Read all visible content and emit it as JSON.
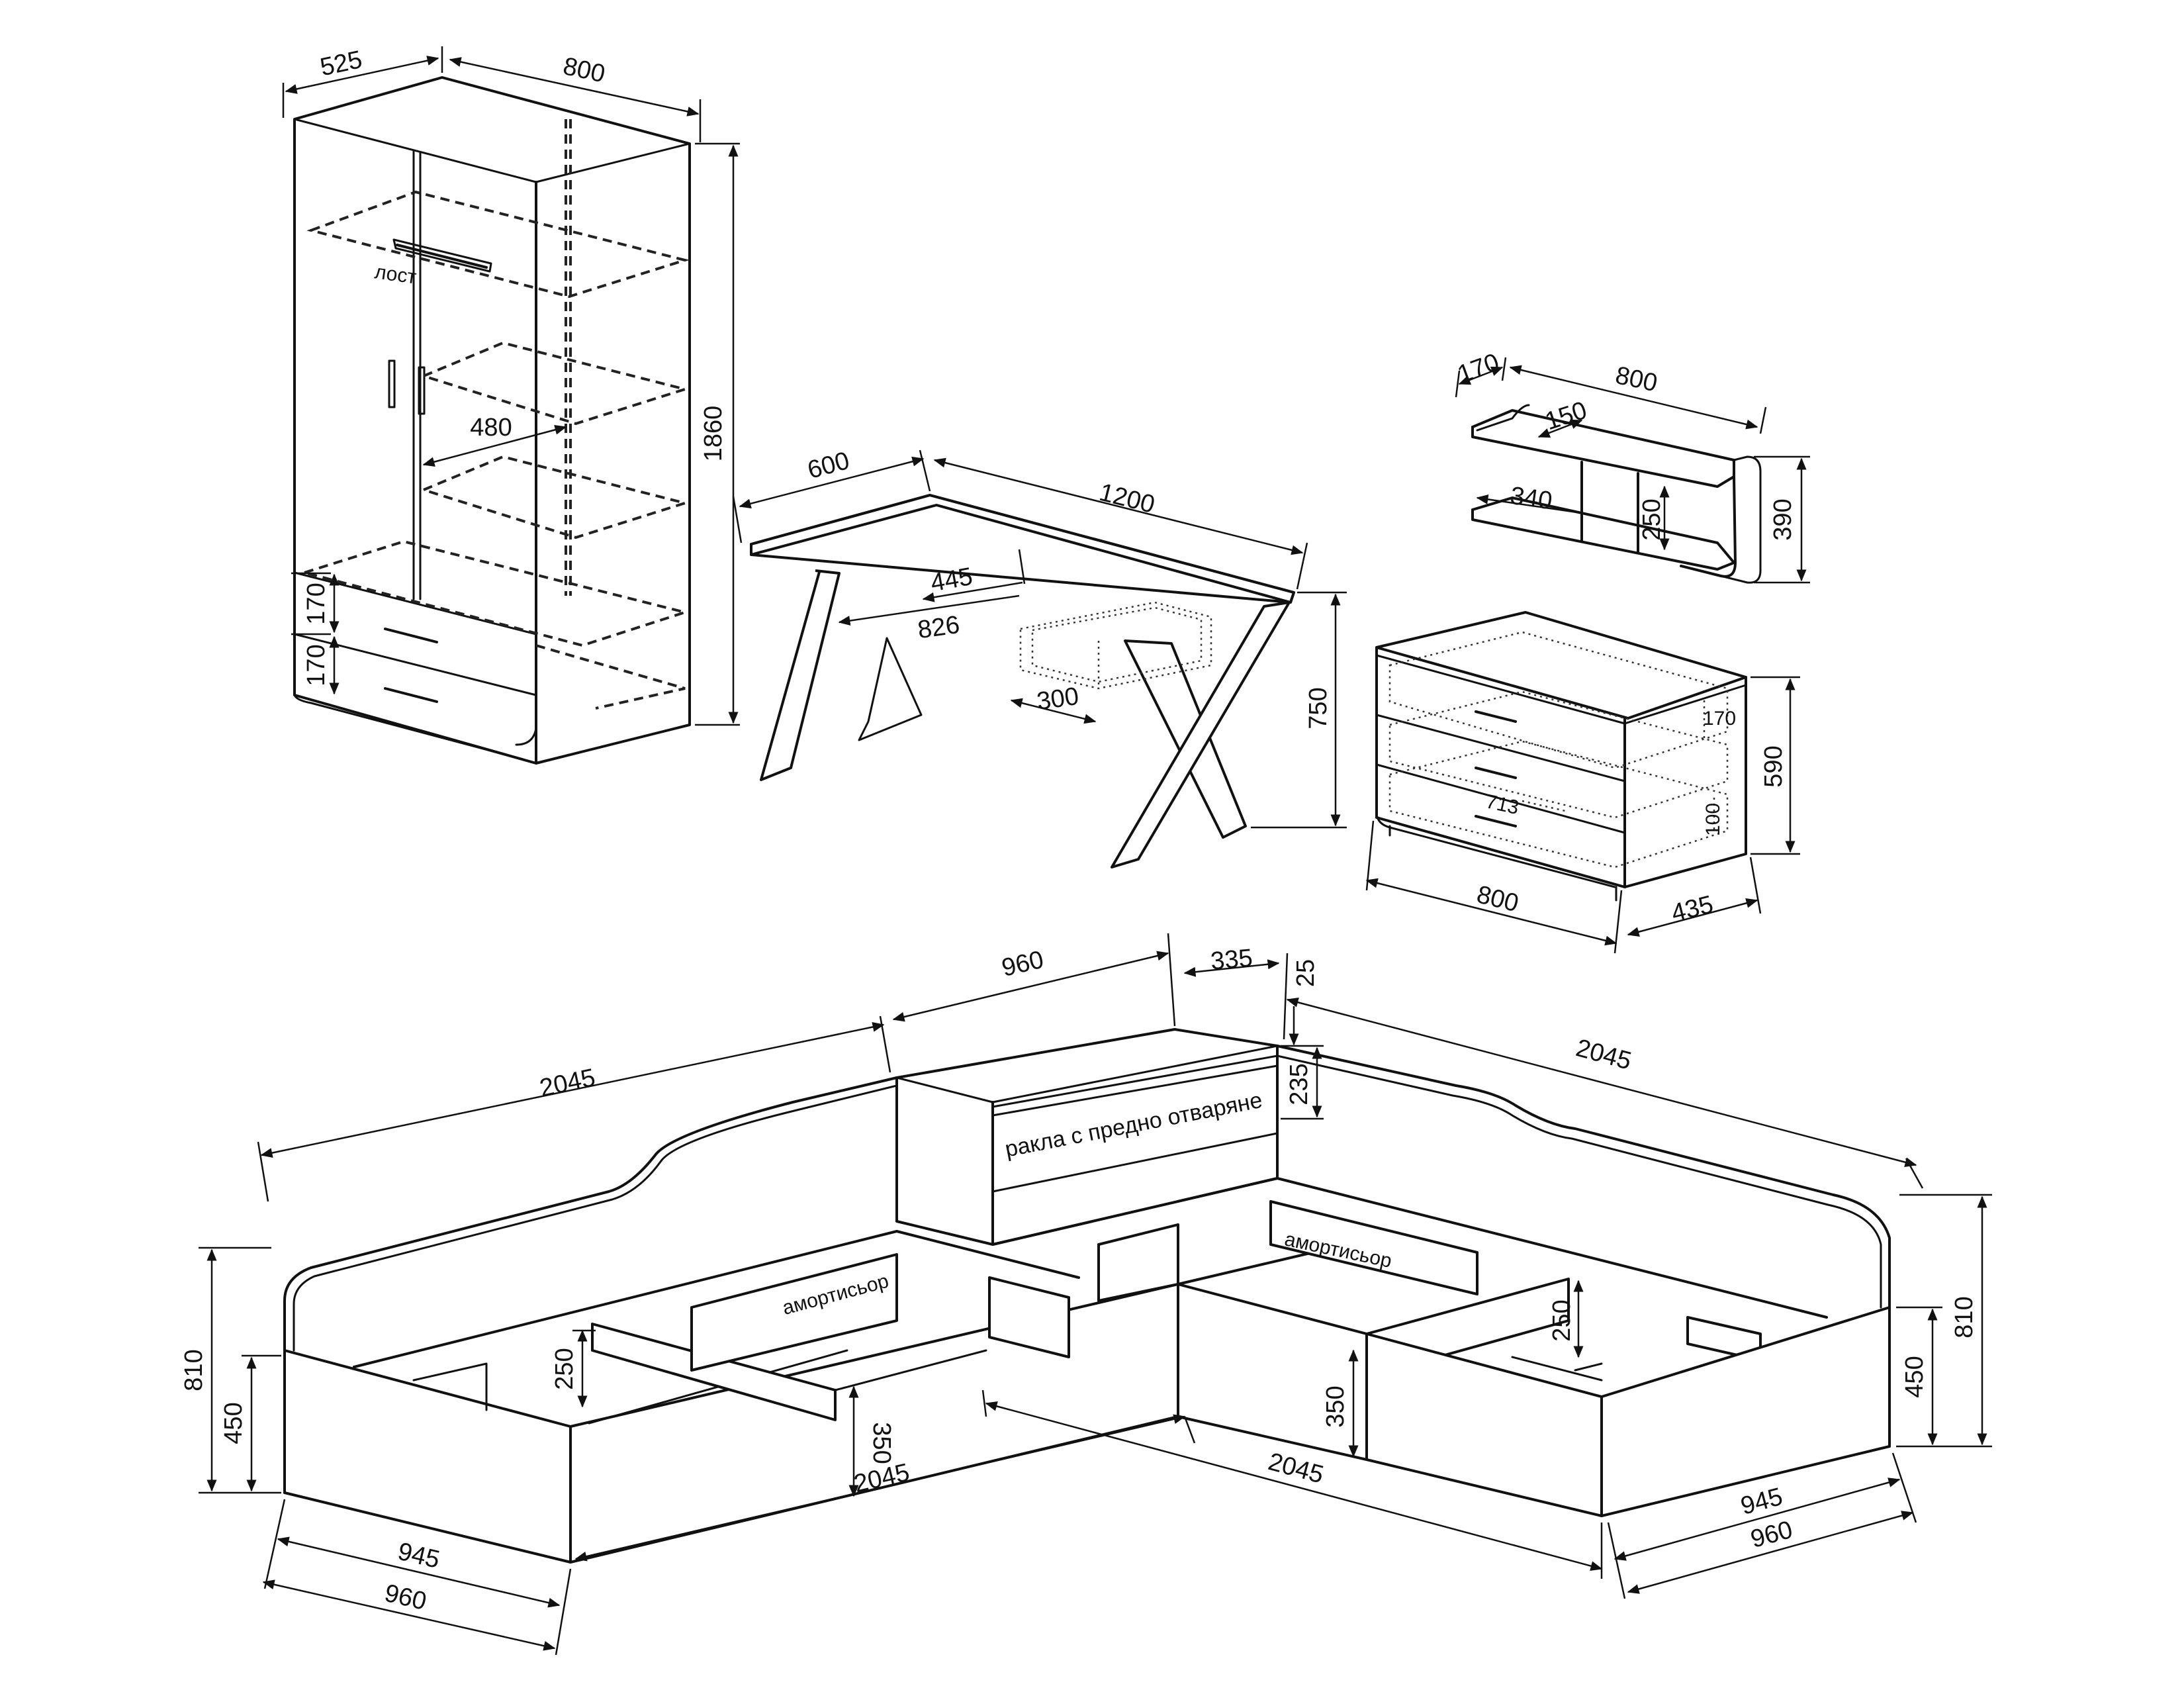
{
  "wardrobe": {
    "dims": {
      "depth": "525",
      "width": "800",
      "height": "1860",
      "inner_width": "480",
      "drawer_top": "170",
      "drawer_bottom": "170"
    },
    "rail_label": "лост"
  },
  "desk": {
    "dims": {
      "depth": "600",
      "length": "1200",
      "height": "750",
      "drawer_width": "445",
      "leg_span": "826",
      "drawer_depth": "300"
    }
  },
  "shelf": {
    "dims": {
      "depth": "170",
      "width": "800",
      "inner_depth": "150",
      "inner_width": "340",
      "gap": "250",
      "height": "390"
    }
  },
  "dresser": {
    "dims": {
      "width": "800",
      "depth": "435",
      "height": "590",
      "drawer_height": "170",
      "drawer_width": "713",
      "drawer_depth": "100"
    }
  },
  "bed_set": {
    "dims": {
      "left_bed_length": "2045",
      "chest_width": "960",
      "chest_depth": "335",
      "top_thickness": "25",
      "chest_front_height": "235",
      "right_bed_length": "2045",
      "right_height": "810",
      "right_front_height": "450",
      "left_height": "810",
      "left_front_height": "450",
      "left_divider": "250",
      "left_gap": "350",
      "left_bottom_length": "2045",
      "left_inner_width": "945",
      "left_outer_width": "960",
      "right_bottom_length": "2045",
      "right_divider": "250",
      "right_gap": "350",
      "right_inner_width": "945",
      "right_outer_width": "960"
    },
    "chest_label": "ракла с предно отваряне",
    "damper_label_left": "амортисьор",
    "damper_label_right": "амортисьор"
  }
}
